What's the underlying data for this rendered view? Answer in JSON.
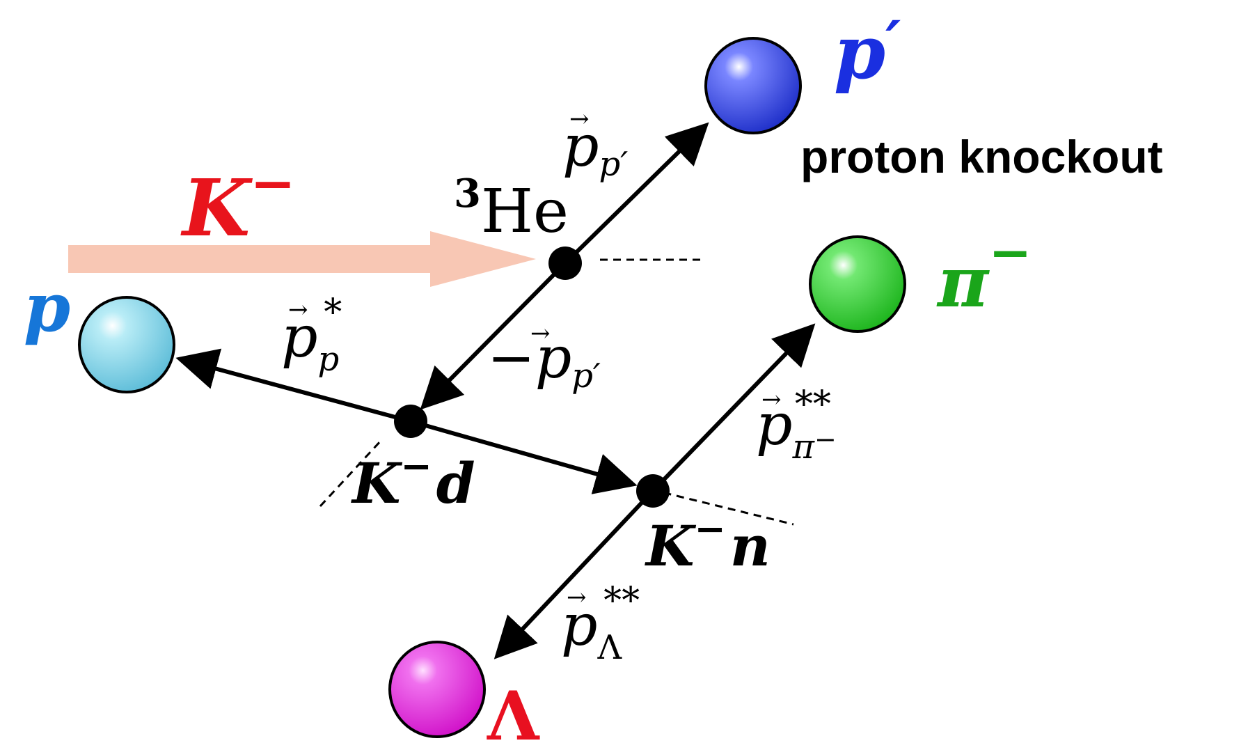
{
  "caption": "proton knockout",
  "beam": {
    "label": "K",
    "sup": "−",
    "color": "#e8141c",
    "arrow_color": "#f8c7b4"
  },
  "target": {
    "sup": "3",
    "label": "He"
  },
  "particles": {
    "p_prime": {
      "label": "p",
      "prime": "′",
      "color": "#1a2fe0",
      "ball_color": "#2a3ee6"
    },
    "p": {
      "label": "p",
      "color": "#1676d8",
      "ball_color": "#78cde6"
    },
    "pi_minus": {
      "label": "π",
      "sup": "−",
      "color": "#1aa51a",
      "ball_color": "#2ed02e"
    },
    "lambda": {
      "label": "Λ",
      "color": "#e81020",
      "ball_color": "#e02ad8"
    }
  },
  "momenta": {
    "p_pprime": {
      "base": "p",
      "sub": "p′"
    },
    "neg_p_pprime": {
      "base": "−p",
      "sub": "p′"
    },
    "p_p_star": {
      "base": "p",
      "sub": "p",
      "sup": "*"
    },
    "p_pi_starstar": {
      "base": "p",
      "sub": "π",
      "subsup": "−",
      "sup": "**"
    },
    "p_lambda_starstar": {
      "base": "p",
      "sub": "Λ",
      "sup": "**"
    }
  },
  "vertex_labels": {
    "kd": {
      "k": "K",
      "sup": "−",
      "rest": "d"
    },
    "kn": {
      "k": "K",
      "sup": "−",
      "rest": "n"
    }
  },
  "icons": [
    "vector-arrow-icon"
  ]
}
